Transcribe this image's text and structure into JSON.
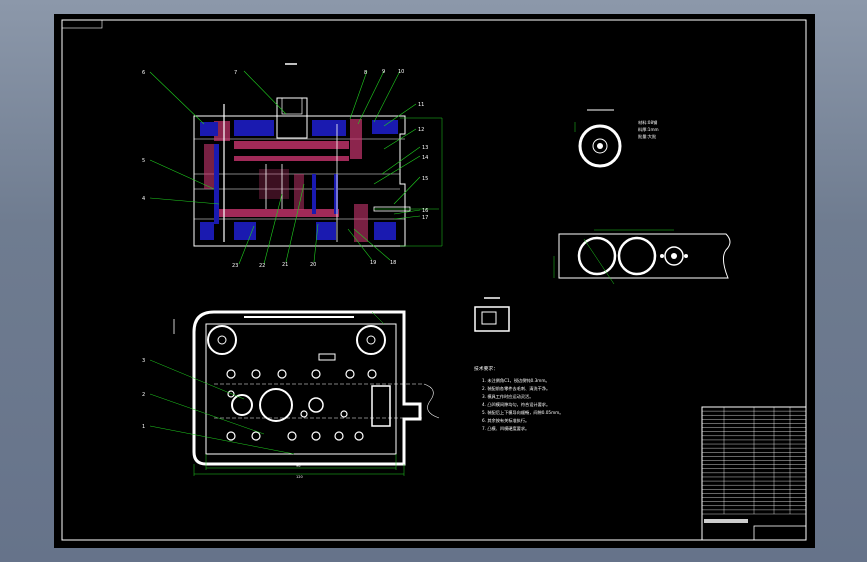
{
  "colors": {
    "background": "#000000",
    "frame": "#ffffff",
    "leader": "#1fd01f",
    "section_hatch": "#c8356e",
    "part_fill": "#1a1ab0",
    "part_outline": "#ffffff"
  },
  "top_view_labels": [
    "6",
    "7",
    "8",
    "9",
    "10",
    "11",
    "12",
    "13",
    "14",
    "15",
    "16",
    "17",
    "18",
    "19",
    "20",
    "21",
    "22",
    "23",
    "5",
    "4"
  ],
  "plan_view_labels": [
    "3",
    "2",
    "1"
  ],
  "tech_notes_title": "技术要求：",
  "tech_notes": [
    "1. 未注倒角C1，锐边倒钝0.3mm。",
    "2. 装配前各零件去毛刺、清洗干净。",
    "3. 模具工作时应运动灵活。",
    "4. 凸凹模间隙均匀，符合设计要求。",
    "5. 装配后上下模导向顺畅，间隙0.05mm。",
    "6. 其余按有关标准执行。",
    "7. 凸模、凹模硬度要求。"
  ],
  "part_note": [
    "材料:08钢",
    "料厚:1mm",
    "批量:大批"
  ],
  "title_block_rows": 26
}
